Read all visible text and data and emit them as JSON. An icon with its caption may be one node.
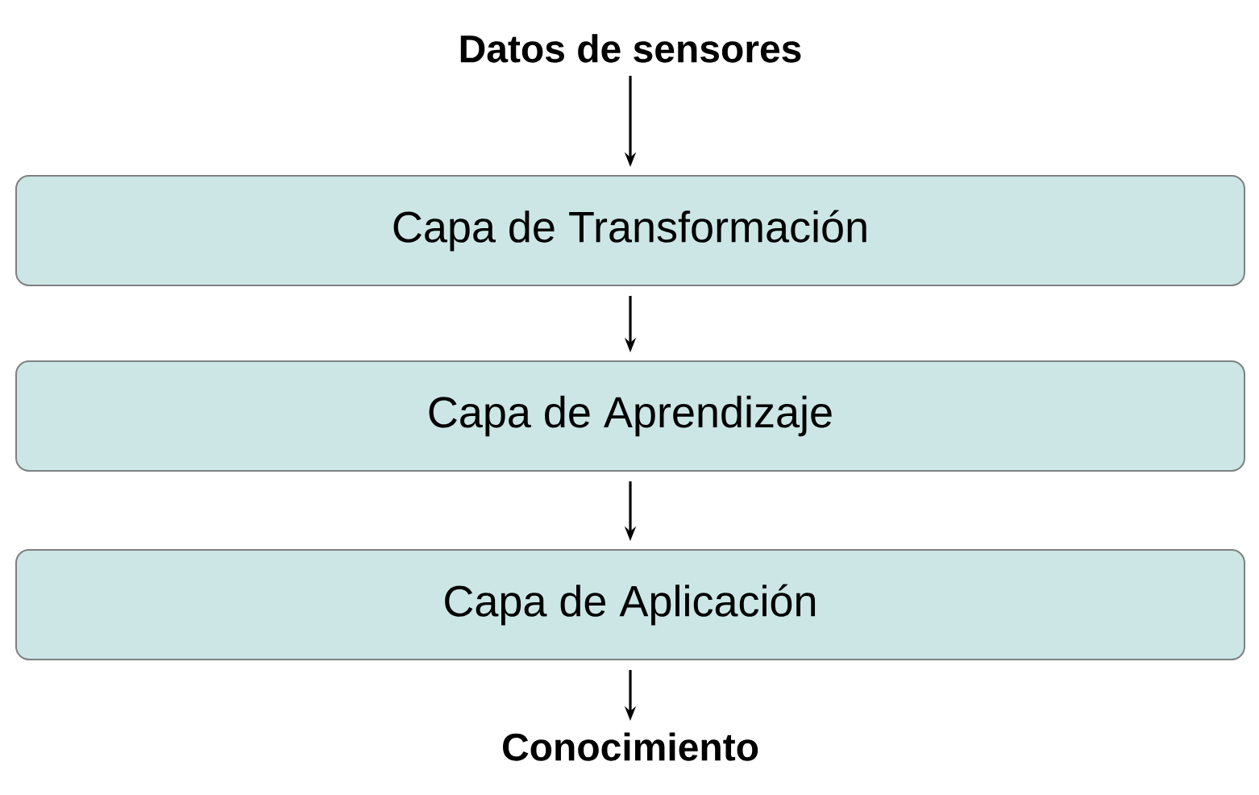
{
  "diagram": {
    "nodes": [
      {
        "text": [
          "Datos de sensores"
        ]
      },
      {
        "text": [
          "Capa de Transformación"
        ]
      },
      {
        "text": [
          "Capa de Aprendizaje"
        ]
      },
      {
        "text": [
          "Capa de Aplicación"
        ]
      },
      {
        "text": [
          "Conocimiento"
        ]
      }
    ],
    "edges": [
      {
        "from": 0,
        "to": 1,
        "arrow": "to"
      },
      {
        "from": 1,
        "to": 2,
        "arrow": "to"
      },
      {
        "from": 2,
        "to": 3,
        "arrow": "to"
      },
      {
        "from": 3,
        "to": 4,
        "arrow": "to"
      }
    ]
  }
}
